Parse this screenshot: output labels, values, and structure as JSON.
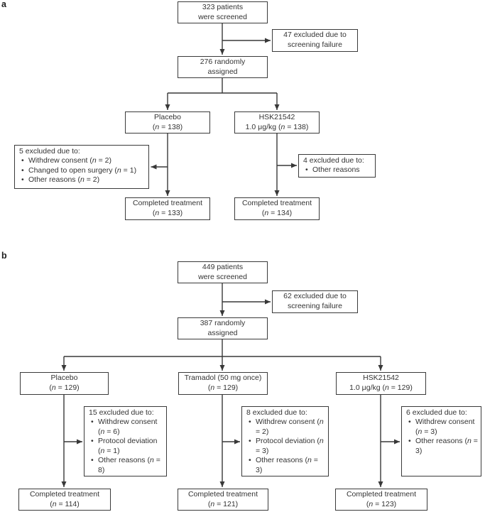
{
  "figure": {
    "ink_color": "#3a3a3a",
    "background": "#ffffff"
  },
  "panels": [
    {
      "label": "a",
      "screened": {
        "line1": "323 patients",
        "line2": "were screened"
      },
      "screen_fail": {
        "line1": "47 excluded due to",
        "line2": "screening failure"
      },
      "randomized": {
        "line1": "276 randomly",
        "line2": "assigned"
      },
      "arms": [
        {
          "name": {
            "line1": "Placebo",
            "line2": "(*n* = 138)"
          },
          "excl": {
            "header": "5 excluded due to:",
            "items": [
              "Withdrew consent (*n* = 2)",
              "Changed to open surgery (*n* = 1)",
              "Other reasons (*n* = 2)"
            ]
          },
          "completed": {
            "line1": "Completed treatment",
            "line2": "(*n* = 133)"
          }
        },
        {
          "name": {
            "line1": "HSK21542",
            "line2": "1.0 μg/kg (*n* = 138)"
          },
          "excl": {
            "header": "4 excluded due to:",
            "items": [
              "Other reasons"
            ]
          },
          "completed": {
            "line1": "Completed treatment",
            "line2": "(*n* = 134)"
          }
        }
      ]
    },
    {
      "label": "b",
      "screened": {
        "line1": "449 patients",
        "line2": "were screened"
      },
      "screen_fail": {
        "line1": "62 excluded due to",
        "line2": "screening failure"
      },
      "randomized": {
        "line1": "387 randomly",
        "line2": "assigned"
      },
      "arms": [
        {
          "name": {
            "line1": "Placebo",
            "line2": "(*n* = 129)"
          },
          "excl": {
            "header": "15 excluded due to:",
            "items": [
              "Withdrew consent (*n* = 6)",
              "Protocol deviation (*n* = 1)",
              "Other reasons (*n* = 8)"
            ]
          },
          "completed": {
            "line1": "Completed treatment",
            "line2": "(*n* = 114)"
          }
        },
        {
          "name": {
            "line1": "Tramadol (50 mg once)",
            "line2": "(*n* = 129)"
          },
          "excl": {
            "header": "8 excluded due to:",
            "items": [
              "Withdrew consent (*n* = 2)",
              "Protocol deviation (*n* = 3)",
              "Other reasons (*n* = 3)"
            ]
          },
          "completed": {
            "line1": "Completed treatment",
            "line2": "(*n* = 121)"
          }
        },
        {
          "name": {
            "line1": "HSK21542",
            "line2": "1.0 μg/kg (*n* = 129)"
          },
          "excl": {
            "header": "6 excluded due to:",
            "items": [
              "Withdrew consent (*n* = 3)",
              "Other reasons (*n* = 3)"
            ]
          },
          "completed": {
            "line1": "Completed treatment",
            "line2": "(*n* = 123)"
          }
        }
      ]
    }
  ]
}
